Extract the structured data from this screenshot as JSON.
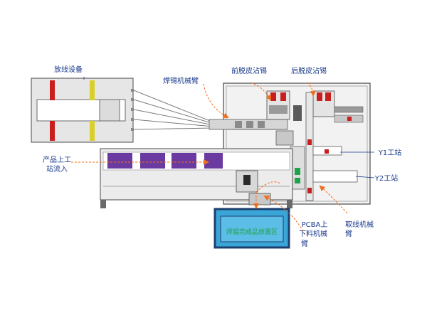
{
  "labels": {
    "pay_off_device": "放线设备",
    "welding_arm": "焊锡机械臂",
    "front_strip": "前脱皮沾锡",
    "rear_strip": "后脱皮沾锡",
    "product_in_line1": "产品上工",
    "product_in_line2": "站流入",
    "y1_station": "Y1工站",
    "y2_station": "Y2工站",
    "take_arm_line1": "取线机械",
    "take_arm_line2": "臂",
    "pcba_line1": "PCBA上",
    "pcba_line2": "下料机械",
    "pcba_line3": "臂",
    "finished_zone": "焊锡完成品放置区"
  },
  "colors": {
    "label": "#1a3a8c",
    "arrow": "#f07020",
    "conveyor_belt": "#6a3aa0",
    "tray_fill": "#3aa6d8",
    "tray_border": "#1c3f6e",
    "finished_text": "#1fa34a",
    "frame": "#4a4a4a",
    "panel": "#eeeeee",
    "roller_red": "#c81e1e",
    "roller_yellow": "#d8cf2a"
  }
}
